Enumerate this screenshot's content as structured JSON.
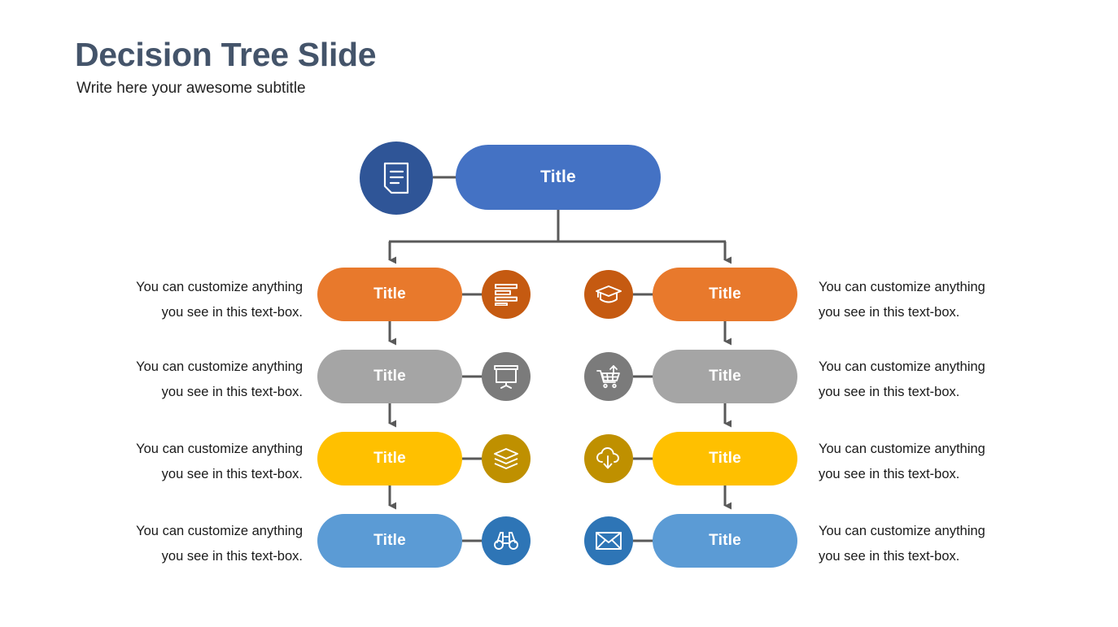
{
  "header": {
    "title": "Decision Tree Slide",
    "subtitle": "Write here your awesome subtitle"
  },
  "colors": {
    "title": "#44546A",
    "root_pill": "#4472C4",
    "root_circle": "#2F5597",
    "orange_pill": "#E8792C",
    "orange_circle": "#C55A11",
    "gray_pill": "#A5A5A5",
    "gray_circle": "#7B7B7B",
    "yellow_pill": "#FFC000",
    "yellow_circle": "#BF9000",
    "blue_pill": "#5B9BD5",
    "blue_circle": "#2E75B6",
    "connector": "#595959",
    "text": "#1a1a1a"
  },
  "diagram": {
    "root": {
      "label": "Title",
      "icon": "document-icon"
    },
    "left_branch": [
      {
        "label": "Title",
        "icon": "text-align-icon",
        "text": "You can customize anything you see in this text-box."
      },
      {
        "label": "Title",
        "icon": "presentation-icon",
        "text": "You can customize anything you see in this text-box."
      },
      {
        "label": "Title",
        "icon": "layers-icon",
        "text": "You can customize anything you see in this text-box."
      },
      {
        "label": "Title",
        "icon": "binoculars-icon",
        "text": "You can customize anything you see in this text-box."
      }
    ],
    "right_branch": [
      {
        "label": "Title",
        "icon": "graduation-cap-icon",
        "text": "You can customize anything you see in this text-box."
      },
      {
        "label": "Title",
        "icon": "shopping-cart-icon",
        "text": "You can customize anything you see in this text-box."
      },
      {
        "label": "Title",
        "icon": "cloud-download-icon",
        "text": "You can customize anything you see in this text-box."
      },
      {
        "label": "Title",
        "icon": "envelope-icon",
        "text": "You can customize anything you see in this text-box."
      }
    ]
  }
}
